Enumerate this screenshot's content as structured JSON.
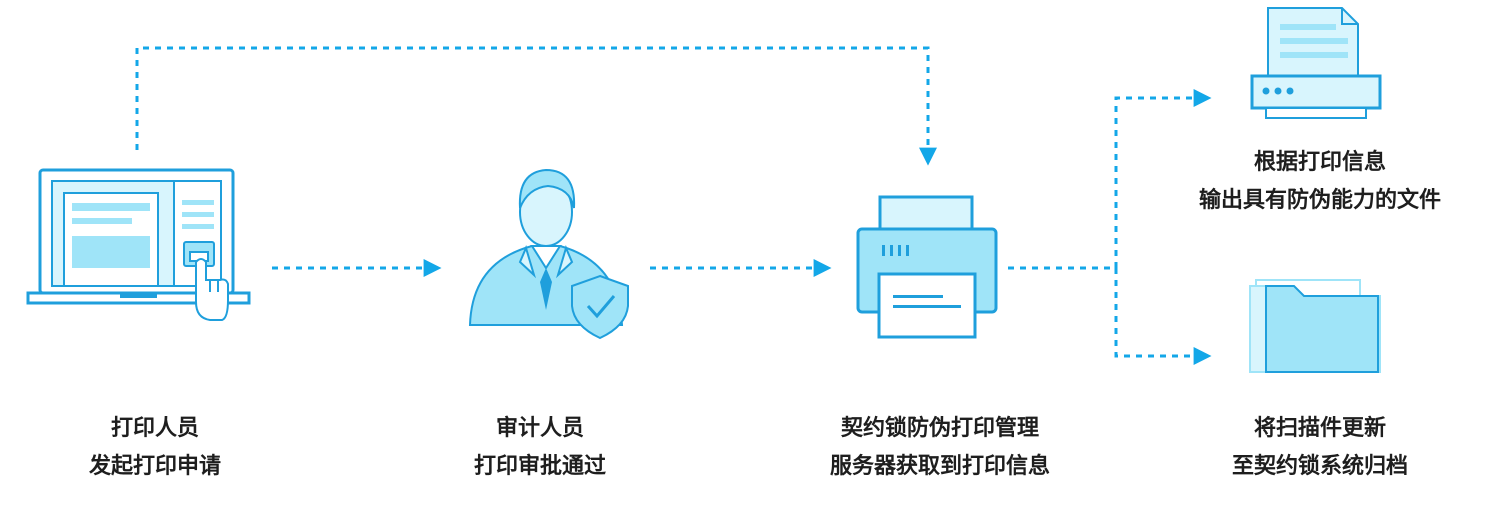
{
  "colors": {
    "accent": "#13a7e8",
    "icon_stroke": "#1f9fdc",
    "icon_fill": "#9fe4f8",
    "icon_fill_light": "#d8f5fd",
    "text": "#1e1e1e"
  },
  "nodes": {
    "applicant": {
      "icon": "laptop-print-icon",
      "line1": "打印人员",
      "line2": "发起打印申请"
    },
    "auditor": {
      "icon": "person-shield-icon",
      "line1": "审计人员",
      "line2": "打印审批通过"
    },
    "server": {
      "icon": "printer-icon",
      "line1": "契约锁防伪打印管理",
      "line2": "服务器获取到打印信息"
    },
    "output": {
      "icon": "printer-document-icon",
      "line1": "根据打印信息",
      "line2": "输出具有防伪能力的文件"
    },
    "archive": {
      "icon": "folder-icon",
      "line1": "将扫描件更新",
      "line2": "至契约锁系统归档"
    }
  }
}
